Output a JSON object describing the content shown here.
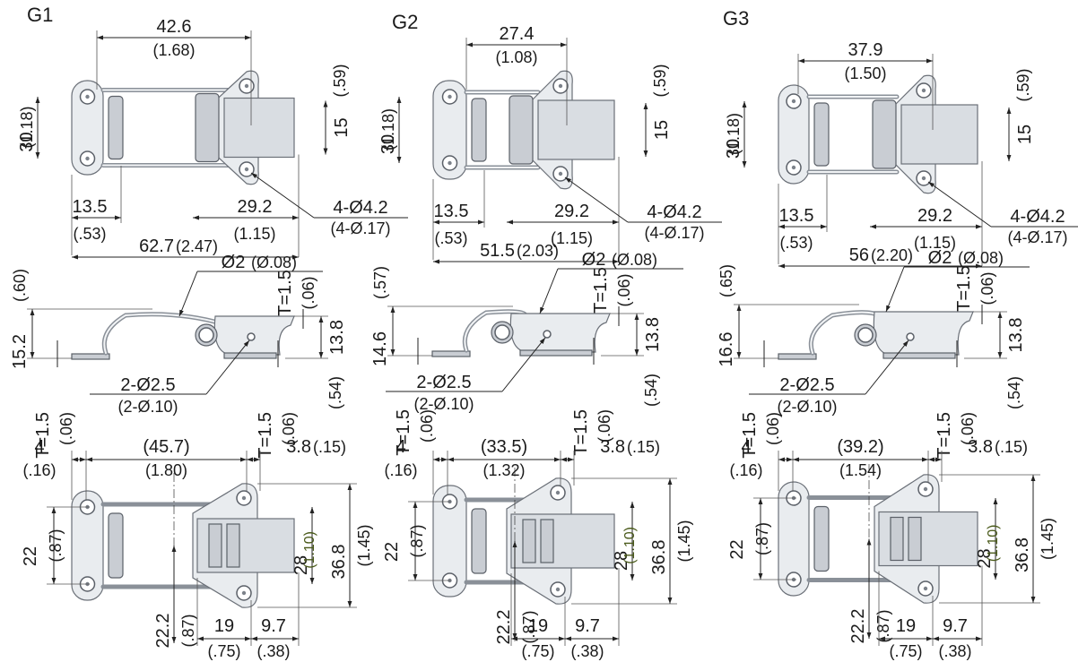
{
  "variants": [
    {
      "label": "G1",
      "top": {
        "width": "42.6",
        "width_in": "(1.68)",
        "height": "30",
        "height_in": "(1.18)",
        "right_h_in": "(.59)",
        "right_h": "15",
        "left_off": "13.5",
        "left_off_in": "(.53)",
        "right_off": "29.2",
        "right_off_in": "(1.15)",
        "total": "62.7",
        "total_in": "(2.47)",
        "holes": "4-Ø4.2",
        "holes_in": "(4-Ø.17)"
      },
      "side": {
        "wire": "Ø2",
        "wire_in": "(Ø.08)",
        "h_in": "(.60)",
        "h": "15.2",
        "t_top": "T=1.5",
        "t_top_in": "(.06)",
        "base_h": "13.8",
        "base_h_in": "(.54)",
        "t_left": "T=1.5",
        "t_left_in": "(.06)",
        "t_right": "T=1.5",
        "t_right_in": "(.06)",
        "pin": "2-Ø2.5",
        "pin_in": "(2-Ø.10)"
      },
      "front": {
        "edge": "4",
        "edge_in": "(.16)",
        "span": "(45.7)",
        "span_in": "(1.80)",
        "right_edge": "3.8",
        "right_edge_in": "(.15)",
        "hole_pitch": "22",
        "hole_pitch_in": "(.87)",
        "inner_h": "28",
        "inner_h_in": "(1.10)",
        "outer_h": "36.8",
        "outer_h_in": "(1.45)",
        "offset": "22.2",
        "offset_in": "(.87)",
        "b1": "19",
        "b1_in": "(.75)",
        "b2": "9.7",
        "b2_in": "(.38)"
      }
    },
    {
      "label": "G2",
      "top": {
        "width": "27.4",
        "width_in": "(1.08)",
        "height": "30",
        "height_in": "(1.18)",
        "right_h_in": "(.59)",
        "right_h": "15",
        "left_off": "13.5",
        "left_off_in": "(.53)",
        "right_off": "29.2",
        "right_off_in": "(1.15)",
        "total": "51.5",
        "total_in": "(2.03)",
        "holes": "4-Ø4.2",
        "holes_in": "(4-Ø.17)"
      },
      "side": {
        "wire": "Ø2",
        "wire_in": "(Ø.08)",
        "h_in": "(.57)",
        "h": "14.6",
        "t_top": "T=1.5",
        "t_top_in": "(.06)",
        "base_h": "13.8",
        "base_h_in": "(.54)",
        "t_left": "T=1.5",
        "t_left_in": "(.06)",
        "t_right": "T=1.5",
        "t_right_in": "(.06)",
        "pin": "2-Ø2.5",
        "pin_in": "(2-Ø.10)"
      },
      "front": {
        "edge": "4",
        "edge_in": "(.16)",
        "span": "(33.5)",
        "span_in": "(1.32)",
        "right_edge": "3.8",
        "right_edge_in": "(.15)",
        "hole_pitch": "22",
        "hole_pitch_in": "(.87)",
        "inner_h": "28",
        "inner_h_in": "(1.10)",
        "outer_h": "36.8",
        "outer_h_in": "(1.45)",
        "offset": "22.2",
        "offset_in": "(.87)",
        "b1": "19",
        "b1_in": "(.75)",
        "b2": "9.7",
        "b2_in": "(.38)"
      }
    },
    {
      "label": "G3",
      "top": {
        "width": "37.9",
        "width_in": "(1.50)",
        "height": "30",
        "height_in": "(1.18)",
        "right_h_in": "(.59)",
        "right_h": "15",
        "left_off": "13.5",
        "left_off_in": "(.53)",
        "right_off": "29.2",
        "right_off_in": "(1.15)",
        "total": "56",
        "total_in": "(2.20)",
        "holes": "4-Ø4.2",
        "holes_in": "(4-Ø.17)"
      },
      "side": {
        "wire": "Ø2",
        "wire_in": "(Ø.08)",
        "h_in": "(.65)",
        "h": "16.6",
        "t_top": "T=1.5",
        "t_top_in": "(.06)",
        "base_h": "13.8",
        "base_h_in": "(.54)",
        "t_left": "T=1.5",
        "t_left_in": "(.06)",
        "t_right": "T=1.5",
        "t_right_in": "(.06)",
        "pin": "2-Ø2.5",
        "pin_in": "(2-Ø.10)"
      },
      "front": {
        "edge": "4",
        "edge_in": "(.16)",
        "span": "(39.2)",
        "span_in": "(1.54)",
        "right_edge": "3.8",
        "right_edge_in": "(.15)",
        "hole_pitch": "22",
        "hole_pitch_in": "(.87)",
        "inner_h": "28",
        "inner_h_in": "(1.10)",
        "outer_h": "36.8",
        "outer_h_in": "(1.45)",
        "offset": "22.2",
        "offset_in": "(.87)",
        "b1": "19",
        "b1_in": "(.75)",
        "b2": "9.7",
        "b2_in": "(.38)"
      }
    }
  ]
}
